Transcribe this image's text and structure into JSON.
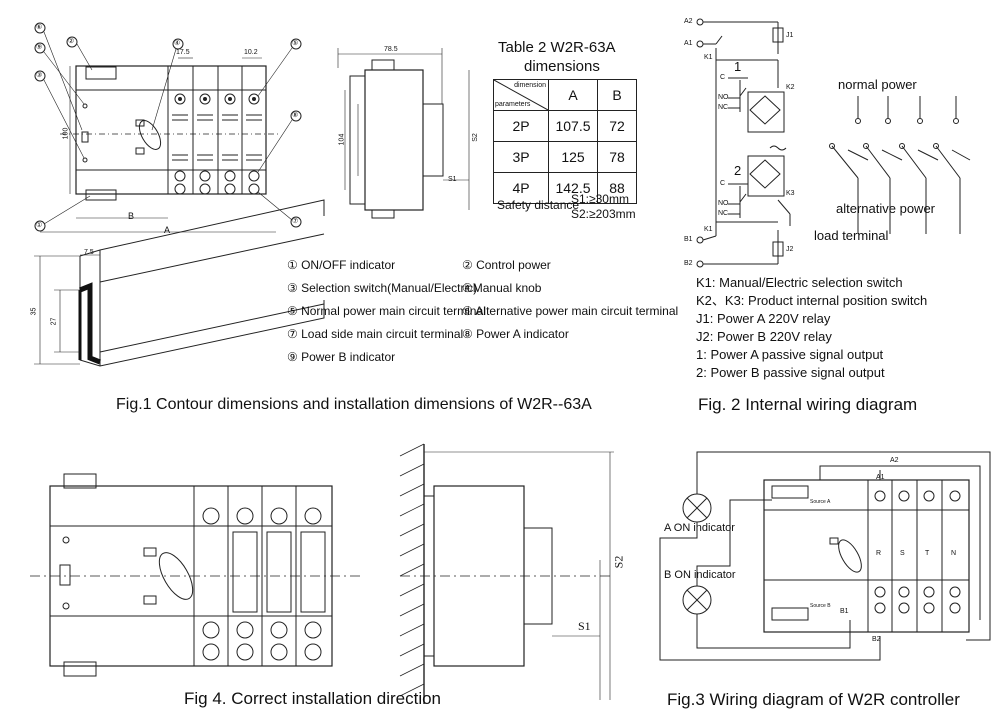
{
  "fig1": {
    "caption": "Fig.1  Contour dimensions and installation dimensions of W2R--63A",
    "dims": {
      "d1": "17.5",
      "d2": "10.2",
      "d3": "78.5",
      "d4": "100",
      "d5": "104",
      "d6": "B",
      "d7": "A",
      "d8": "S1",
      "d9": "S2",
      "d10": "7.5",
      "d11": "35",
      "d12": "27"
    },
    "legend": [
      "① ON/OFF indicator",
      "② Control power",
      "③ Selection switch(Manual/Electric)",
      "④Manual  knob",
      "⑤ Normal power main circuit terminal",
      "⑥ Alternative power main circuit terminal",
      "⑦ Load side main circuit terminal",
      "⑧ Power A indicator",
      "⑨ Power B indicator"
    ],
    "markers": [
      "①",
      "②",
      "③",
      "④",
      "⑤",
      "⑥",
      "⑦",
      "⑧",
      "⑨"
    ]
  },
  "table2": {
    "title_line1": "Table 2  W2R-63A",
    "title_line2": "dimensions",
    "header_dim": "dimension",
    "header_param": "parameters",
    "col_a": "A",
    "col_b": "B",
    "rows": [
      {
        "poles": "2P",
        "a": "107.5",
        "b": "72"
      },
      {
        "poles": "3P",
        "a": "125",
        "b": "78"
      },
      {
        "poles": "4P",
        "a": "142.5",
        "b": "88"
      }
    ],
    "safety_label": "Safety distance",
    "s1": "S1:≥30mm",
    "s2": "S2:≥203mm"
  },
  "fig2": {
    "caption": "Fig. 2 Internal wiring diagram",
    "normal_power": "normal power",
    "alternative_power": "alternative power",
    "load_terminal": "load terminal",
    "labels": {
      "a2": "A2",
      "a1": "A1",
      "k1a": "K1",
      "b1": "B1",
      "b2": "B2",
      "k1b": "K1",
      "j1": "J1",
      "j2": "J2",
      "k2": "K2",
      "k3": "K3",
      "one": "1",
      "two": "2",
      "c": "C",
      "no": "NO",
      "nc": "NC"
    },
    "legend": [
      "K1: Manual/Electric selection switch",
      "K2、K3: Product internal position switch",
      "J1: Power A 220V relay",
      "J2: Power B 220V relay",
      "1: Power A passive signal output",
      "2: Power B passive signal output"
    ]
  },
  "fig3": {
    "caption": "Fig.3 Wiring diagram of W2R controller",
    "a_on": "A ON indicator",
    "b_on": "B ON indicator",
    "labels": {
      "a1": "A1",
      "a2": "A2",
      "b1": "B1",
      "b2": "B2",
      "source_a": "Source A",
      "source_b": "Source B",
      "r": "R",
      "s": "S",
      "t": "T",
      "n": "N"
    }
  },
  "fig4": {
    "caption": "Fig 4. Correct installation direction",
    "s1": "S1",
    "s2": "S2"
  }
}
